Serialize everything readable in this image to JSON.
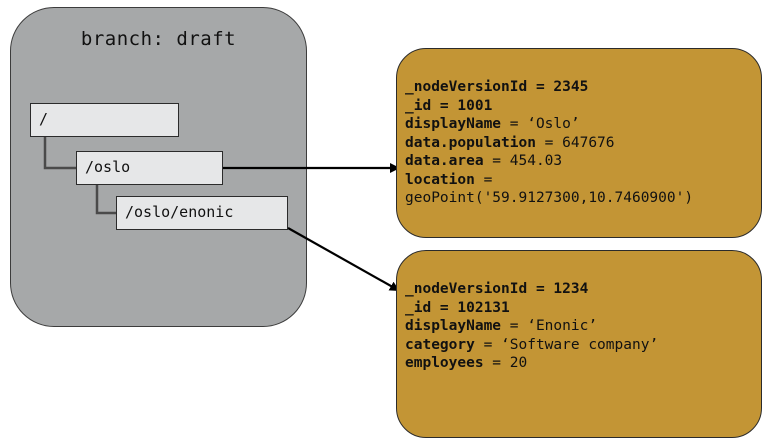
{
  "branch": {
    "title": "branch: draft"
  },
  "tree": {
    "nodes": [
      {
        "path": "/"
      },
      {
        "path": "/oslo"
      },
      {
        "path": "/oslo/enonic"
      }
    ]
  },
  "records": [
    {
      "fields": [
        {
          "key": "_nodeVersionId = 2345",
          "value": ""
        },
        {
          "key": "_id = 1001",
          "value": ""
        },
        {
          "key": "displayName",
          "value": " = ‘Oslo’"
        },
        {
          "key": "data.population",
          "value": " = 647676"
        },
        {
          "key": "data.area",
          "value": " = 454.03"
        },
        {
          "key": "location",
          "value": " ="
        },
        {
          "key": "",
          "value": "geoPoint('59.9127300,10.7460900')"
        }
      ]
    },
    {
      "fields": [
        {
          "key": "_nodeVersionId = 1234",
          "value": ""
        },
        {
          "key": "_id = 102131",
          "value": ""
        },
        {
          "key": "displayName",
          "value": " = ‘Enonic’"
        },
        {
          "key": "category",
          "value": " = ‘Software company’"
        },
        {
          "key": "employees",
          "value": " = 20"
        }
      ]
    }
  ],
  "colors": {
    "branch_fill": "#a6a8a9",
    "node_fill": "#e6e7e8",
    "record_fill": "#c39535",
    "line": "#000000"
  }
}
